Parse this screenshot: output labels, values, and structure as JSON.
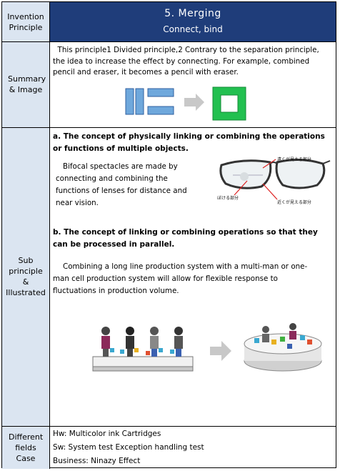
{
  "left": {
    "r1": "Invention Principle",
    "r2": "Summary & Image",
    "r3": "Sub principle & Illustrated",
    "r4": "Different fields Case"
  },
  "title": {
    "main": "5. Merging",
    "sub": "Connect, bind"
  },
  "summary": "  This principle1 Divided principle,2 Contrary to the separation principle, the idea to increase the effect by connecting. For example, combined pencil and eraser, it becomes a pencil with eraser.",
  "sub": {
    "a_heading": "a. The concept of physically linking or combining the operations or functions of multiple objects.",
    "a_text": "Bifocal spectacles are made by connecting and combining the functions of lenses for distance and near vision.",
    "glasses_labels": [
      "遠くが見える部分",
      "ぼける部分",
      "近くが見える部分"
    ],
    "b_heading": "b. The concept of linking or combining operations so that they can be processed in parallel.",
    "b_text": "Combining a long line production system with a multi-man or one-man cell production system will allow for flexible response to fluctuations in production volume."
  },
  "fields": {
    "hw": "Hw: Multicolor ink Cartridges",
    "sw": "Sw: System test Exception handling test",
    "business": "Business: Ninazy Effect"
  },
  "colors": {
    "title_bg": "#1f3d7a",
    "left_col": "#dbe5f1",
    "bar_blue": "#6fa8dc",
    "merged_green": "#22c050",
    "arrow_gray": "#c8c8c8"
  }
}
